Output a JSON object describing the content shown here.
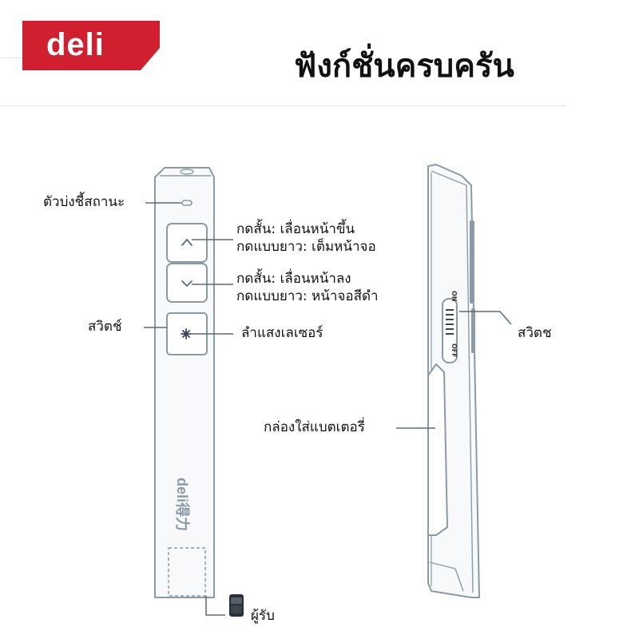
{
  "brand": {
    "logo_text": "deli",
    "brand_color": "#d0202f"
  },
  "title": "ฟังก์ชั่นครบครัน",
  "device_front": {
    "body_logo_text": "deli得力",
    "labels": {
      "indicator": "ตัวบ่งชี้สถานะ",
      "up_short": "กดสั้น: เลื่อนหน้าขึ้น",
      "up_long": "กดแบบยาว: เต็มหน้าจอ",
      "down_short": "กดสั้น: เลื่อนหน้าลง",
      "down_long": "กดแบบยาว: หน้าจอสีดำ",
      "switch": "สวิตช์",
      "laser": "ลำแสงเลเซอร์",
      "receiver": "ผู้รับ"
    },
    "icons": [
      "chevron-up-icon",
      "chevron-down-icon",
      "laser-star-icon"
    ]
  },
  "device_side": {
    "on_label": "ON",
    "off_label": "OFF",
    "labels": {
      "switch": "สวิตช",
      "battery": "กล่องใส่แบตเตอรี่"
    }
  },
  "colors": {
    "outline": "#8a9aa6",
    "leader": "#5a6a78",
    "body_fill": "#f7f9fb"
  }
}
